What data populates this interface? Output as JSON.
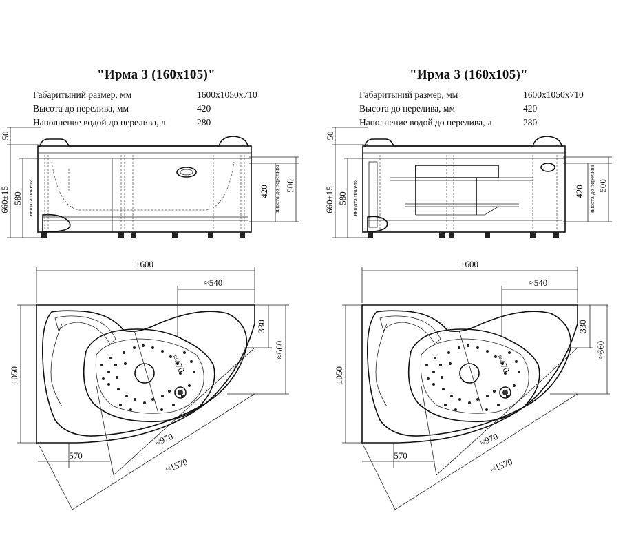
{
  "panels": [
    {
      "title": "\"Ирма 3 (160х105)\"",
      "specs": [
        {
          "label": "Габаритыний размер, мм",
          "value": "1600х1050х710"
        },
        {
          "label": "Высота до перелива, мм",
          "value": "420"
        },
        {
          "label": "Наполнение водой до перелива, л",
          "value": "280"
        }
      ],
      "side_view": {
        "dim_top": "50",
        "dim_panel_height": "660±15",
        "dim_580": "580",
        "panel_height_label": "высота панели",
        "dim_overflow": "420",
        "overflow_label": "высота до перелива",
        "dim_500": "500"
      },
      "plan_view": {
        "dim_length": "1600",
        "dim_540": "≈540",
        "dim_330": "330",
        "dim_660": "≈660",
        "dim_width": "1050",
        "dim_470": "≈470",
        "dim_970": "≈970",
        "dim_570": "570",
        "dim_1570": "≈1570"
      }
    },
    {
      "title": "\"Ирма 3 (160х105)\"",
      "specs": [
        {
          "label": "Габаритыний размер, мм",
          "value": "1600х1050х710"
        },
        {
          "label": "Высота до перелива, мм",
          "value": "420"
        },
        {
          "label": "Наполнение водой до перелива, л",
          "value": "280"
        }
      ],
      "side_view": {
        "dim_top": "50",
        "dim_panel_height": "660±15",
        "dim_580": "580",
        "panel_height_label": "высота панели",
        "dim_overflow": "420",
        "overflow_label": "высота до перелива",
        "dim_500": "500"
      },
      "plan_view": {
        "dim_length": "1600",
        "dim_540": "≈540",
        "dim_330": "330",
        "dim_660": "≈660",
        "dim_width": "1050",
        "dim_470": "≈470",
        "dim_970": "≈970",
        "dim_570": "570",
        "dim_1570": "≈1570"
      }
    }
  ]
}
